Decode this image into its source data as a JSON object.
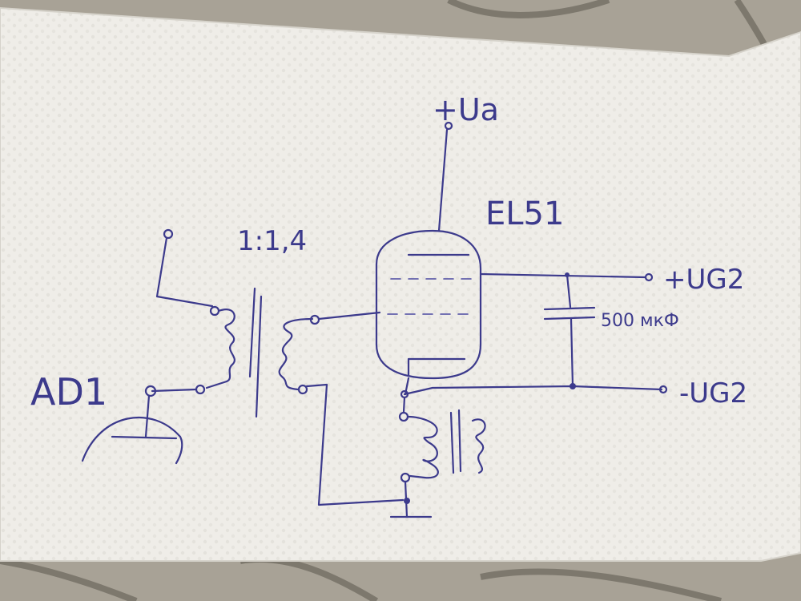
{
  "colors": {
    "ink": "#3c3a8c",
    "paper": "#f1efea",
    "background": "#a8a296"
  },
  "diagram": {
    "tube_label": "EL51",
    "anode_supply_label": "+Ua",
    "screen_supply_label": "+UG2",
    "screen_return_label": "-UG2",
    "capacitor_label": "500 мкФ",
    "transformer_ratio_label": "1:1,4",
    "input_tube_label": "AD1"
  }
}
